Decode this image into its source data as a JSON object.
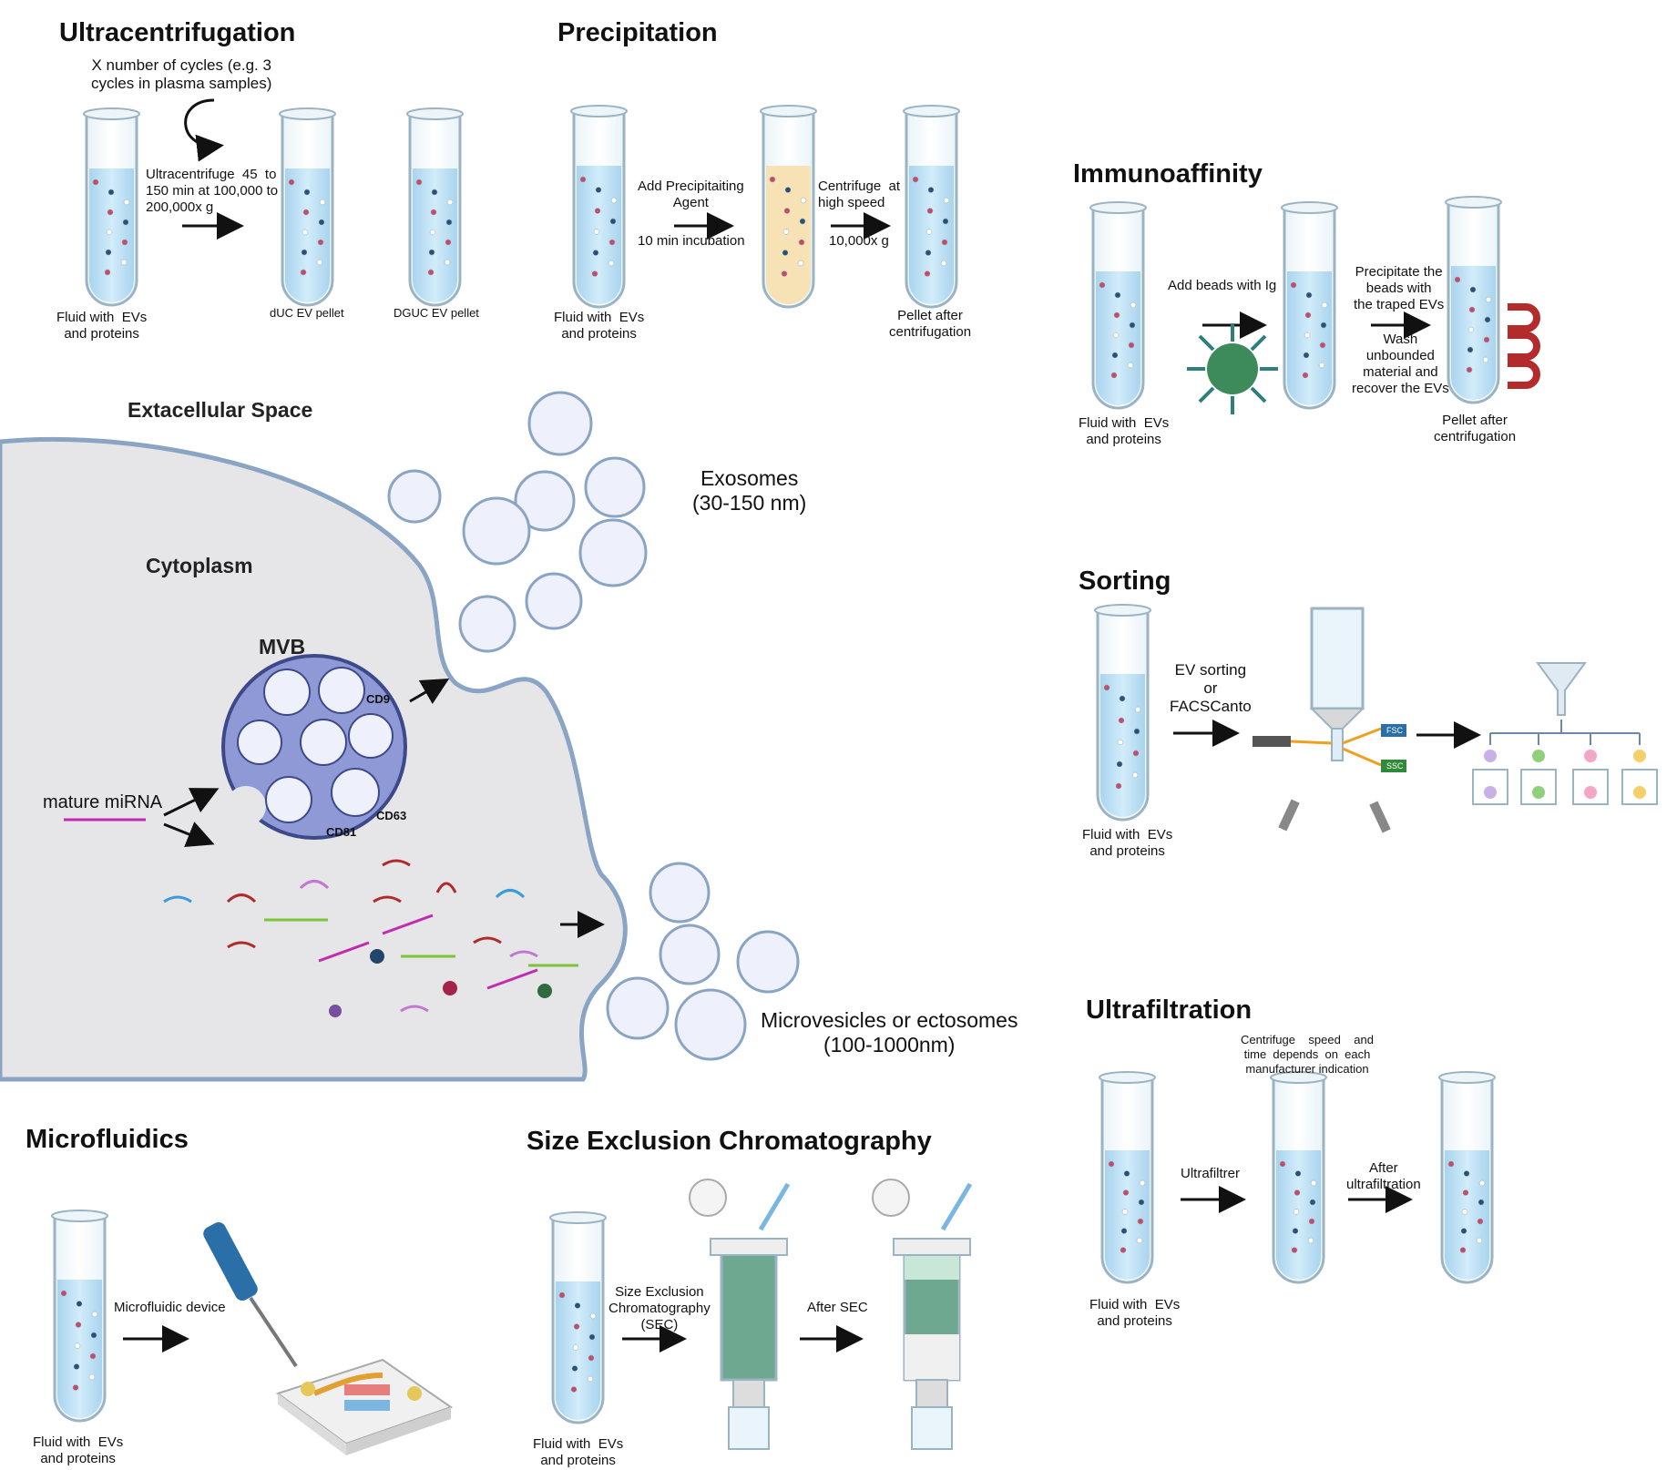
{
  "sections": {
    "ultracentrifugation": {
      "title": "Ultracentrifugation",
      "cycles_note": "X number of cycles (e.g. 3\ncycles in plasma samples)",
      "step": "Ultracentrifuge  45  to\n150 min at 100,000 to\n200,000x g",
      "tube1": "Fluid with  EVs\nand proteins",
      "tube2": "dUC EV pellet",
      "tube3": "DGUC EV pellet"
    },
    "precipitation": {
      "title": "Precipitation",
      "step1": "Add Precipitaiting\nAgent",
      "step1b": "10 min incubation",
      "step2": "Centrifuge  at\nhigh speed",
      "step2b": "10,000x g",
      "tube1": "Fluid with  EVs\nand proteins",
      "tube3": "Pellet after\ncentrifugation"
    },
    "immunoaffinity": {
      "title": "Immunoaffinity",
      "step1": "Add beads with Ig",
      "step2": "Precipitate the\nbeads with\nthe traped EVs",
      "step3": "Wash\nunbounded\nmaterial and\nrecover the EVs",
      "tube1": "Fluid with  EVs\nand proteins",
      "tube3": "Pellet after\ncentrifugation"
    },
    "sorting": {
      "title": "Sorting",
      "step": "EV sorting\nor\nFACSCanto",
      "tube1": "Fluid with  EVs\nand proteins",
      "fsc": "FSC",
      "ssc": "SSC"
    },
    "ultrafiltration": {
      "title": "Ultrafiltration",
      "note": "Centrifuge    speed    and\ntime  depends  on  each\nmanufacturer indication",
      "step1": "Ultrafiltrer",
      "step2": "After\nultrafiltration",
      "tube1": "Fluid with  EVs\nand proteins"
    },
    "microfluidics": {
      "title": "Microfluidics",
      "step": "Microfluidic device",
      "tube1": "Fluid with  EVs\nand proteins"
    },
    "sec": {
      "title": "Size Exclusion Chromatography",
      "step1": "Size Exclusion\nChromatography\n(SEC)",
      "step2": "After SEC",
      "tube1": "Fluid with  EVs\nand proteins"
    },
    "cell": {
      "extracellular": "Extacellular Space",
      "cytoplasm": "Cytoplasm",
      "mvb": "MVB",
      "cd9": "CD9",
      "cd63": "CD63",
      "cd81": "CD81",
      "mirna": "mature miRNA",
      "exosomes": "Exosomes\n(30-150 nm)",
      "microvesicles": "Microvesicles or ectosomes\n(100-1000nm)"
    }
  },
  "colors": {
    "fluid": "#bfe1f5",
    "tube_outline": "#9bb4c4",
    "cell_fill": "#e6e6e8",
    "membrane": "#8aa4c4",
    "mvb": "#8e99d6",
    "arrow": "#111111",
    "yellow_fluid": "#f6e2b5",
    "magnet": "#b32b2b",
    "bead": "#3d8a5a",
    "mirna": "#c22ab0"
  }
}
